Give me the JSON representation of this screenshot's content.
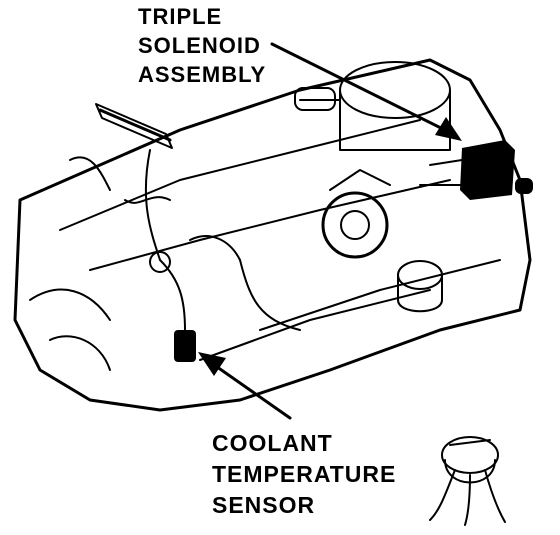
{
  "labels": {
    "solenoid": {
      "line1": "TRIPLE",
      "line2": "SOLENOID",
      "line3": "ASSEMBLY"
    },
    "coolant": {
      "line1": "COOLANT",
      "line2": "TEMPERATURE",
      "line3": "SENSOR"
    }
  },
  "colors": {
    "ink": "#000000",
    "paper": "#ffffff"
  }
}
